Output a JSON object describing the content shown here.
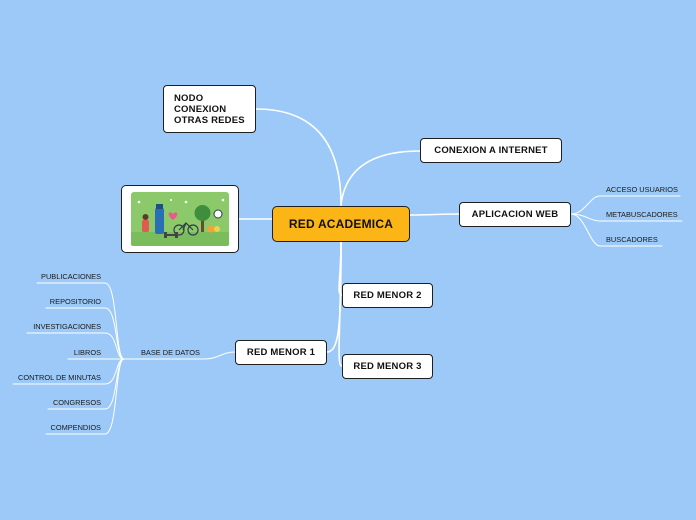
{
  "central": {
    "label": "RED ACADEMICA"
  },
  "topics": {
    "nodo_conexion": {
      "lines": [
        "NODO",
        "CONEXION",
        "OTRAS REDES"
      ]
    },
    "conexion_internet": {
      "label": "CONEXION A INTERNET"
    },
    "aplicacion_web": {
      "label": "APLICACION WEB",
      "children": [
        "ACCESO USUARIOS",
        "METABUSCADORES",
        "BUSCADORES"
      ]
    },
    "red_menor_1": {
      "label": "RED MENOR 1",
      "subtopic": "BASE DE DATOS",
      "children": [
        "PUBLICACIONES",
        "REPOSITORIO",
        "INVESTIGACIONES",
        "LIBROS",
        "CONTROL DE MINUTAS",
        "CONGRESOS",
        "COMPENDIOS"
      ]
    },
    "red_menor_2": {
      "label": "RED MENOR 2"
    },
    "red_menor_3": {
      "label": "RED MENOR 3"
    }
  },
  "colors": {
    "background": "#9cc9f7",
    "central": "#fbb516",
    "line": "#ffffff",
    "node_border": "#1f1f1f"
  },
  "image": {
    "icon": "healthy-lifestyle-illustration"
  }
}
